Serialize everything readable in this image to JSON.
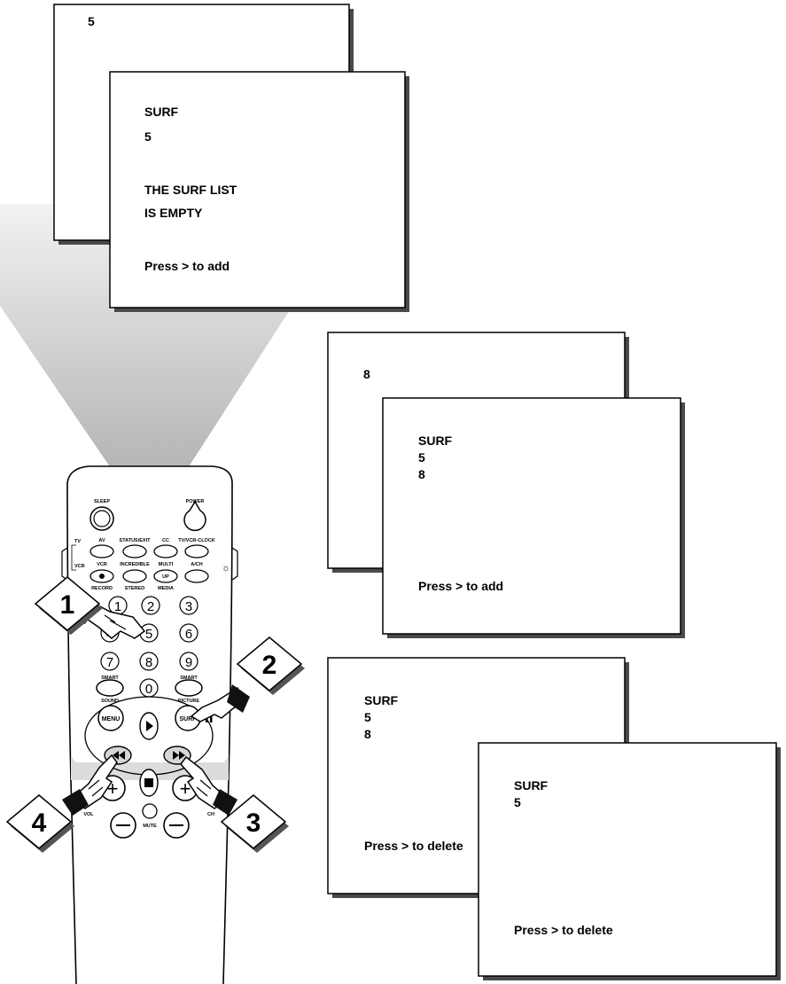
{
  "screens": [
    {
      "id": "s1-back",
      "lines": [
        "5"
      ]
    },
    {
      "id": "s1-front",
      "lines": [
        "SURF",
        "5",
        "THE SURF LIST",
        "IS EMPTY",
        "Press > to add"
      ]
    },
    {
      "id": "s2-back",
      "lines": [
        "8"
      ]
    },
    {
      "id": "s2-front",
      "lines": [
        "SURF",
        "5",
        "8",
        "Press > to add"
      ]
    },
    {
      "id": "s3-back",
      "lines": [
        "SURF",
        "5",
        "8",
        "Press > to delete"
      ]
    },
    {
      "id": "s3-front",
      "lines": [
        "SURF",
        "5",
        "Press > to delete"
      ]
    }
  ],
  "remote": {
    "sleep": "SLEEP",
    "power": "POWER",
    "tv": "TV",
    "vcr_side": "VCR",
    "av": "AV",
    "status_exit": "STATUS/EXIT",
    "cc": "CC",
    "tv_vcr_clock": "TV/VCR-CLOCK",
    "vcr": "VCR",
    "incredible": "INCREDIBLE",
    "multi": "MULTI",
    "up": "UP",
    "ach": "A/CH",
    "record": "RECORD",
    "stereo": "STEREO",
    "media": "MEDIA",
    "digits": [
      "1",
      "2",
      "3",
      "4",
      "5",
      "6",
      "7",
      "8",
      "9",
      "0"
    ],
    "smart_left": "SMART",
    "sound": "SOUND",
    "smart_right": "SMART",
    "picture": "PICTURE",
    "menu": "MENU",
    "surf": "SURF",
    "vol": "VOL",
    "ch": "CH",
    "mute": "MUTE"
  },
  "steps": [
    "1",
    "2",
    "3",
    "4"
  ]
}
